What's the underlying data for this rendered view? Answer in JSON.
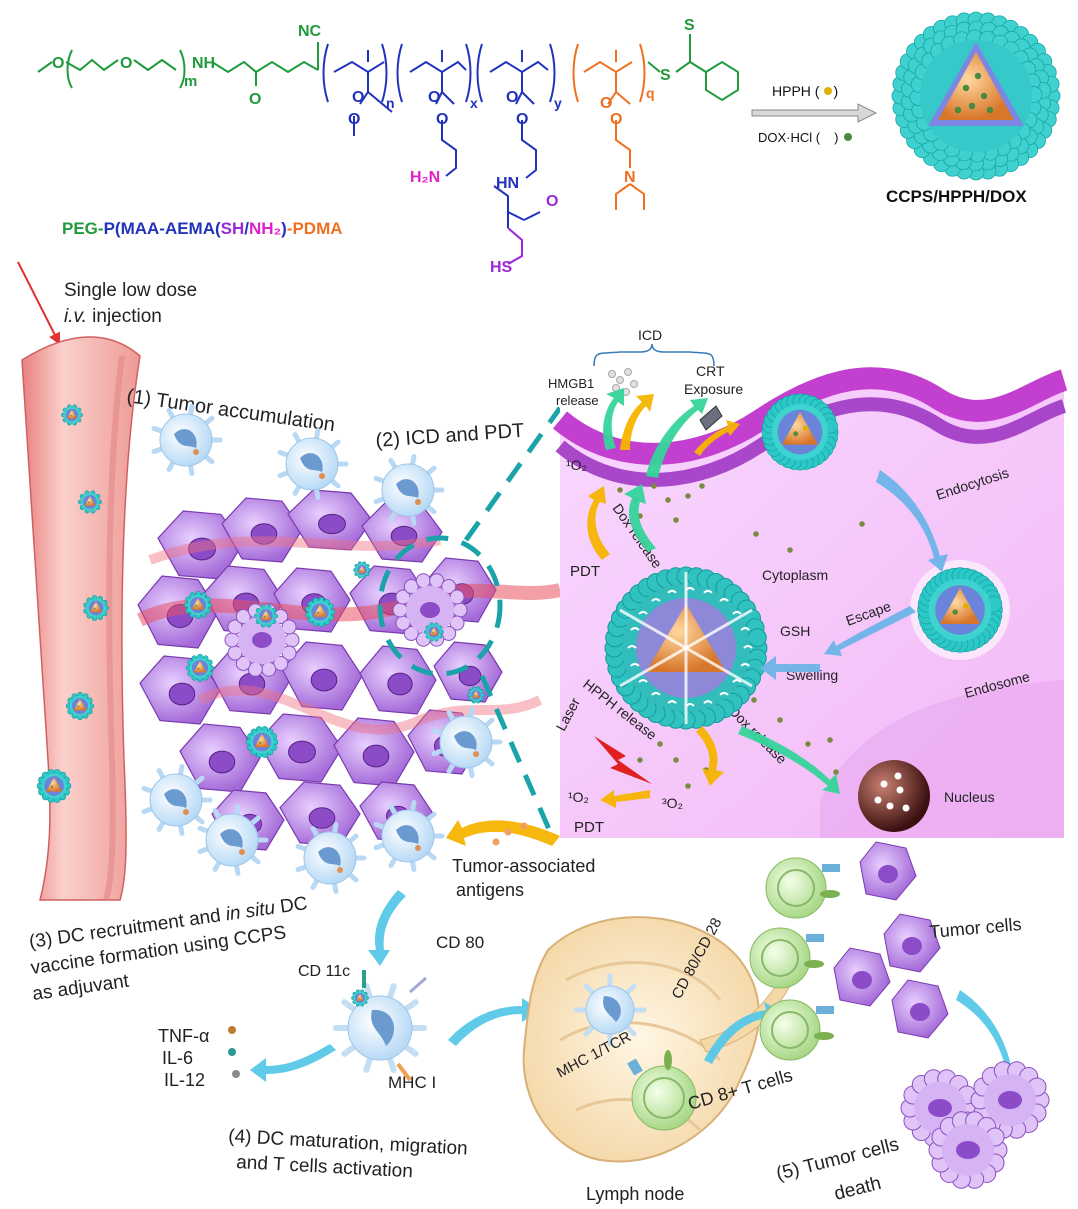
{
  "polymer": {
    "nc": "NC",
    "nh": "NH",
    "o": "O",
    "s": "S",
    "m": "m",
    "n": "n",
    "x": "x",
    "y": "y",
    "q": "q",
    "h2n": "H₂N",
    "hn": "HN",
    "n_amine": "N",
    "hs": "HS",
    "name_peg": "PEG-",
    "name_p": "P(MAA-AEMA(",
    "name_sh": "SH",
    "name_slash": "/",
    "name_nh2": "NH₂",
    "name_close": ")",
    "name_pdma": "-PDMA"
  },
  "loading": {
    "hpph": "HPPH (",
    "dox": "DOX·HCl (",
    "close": ")",
    "product": "CCPS/HPPH/DOX"
  },
  "steps": {
    "injection_1": "Single low dose",
    "injection_2_italic": "i.v.",
    "injection_2_rest": " injection",
    "step1": "(1) Tumor accumulation",
    "step2": "(2) ICD and PDT",
    "step3_line1_a": "(3) DC recruitment and ",
    "step3_line1_italic": "in situ",
    "step3_line1_b": " DC",
    "step3_line2": "vaccine formation using CCPS",
    "step3_line3": "as adjuvant",
    "step4_line1": "(4) DC maturation, migration",
    "step4_line2": "and T cells activation",
    "step5_line1": "(5) Tumor cells",
    "step5_line2": "death"
  },
  "inset": {
    "icd": "ICD",
    "hmgb1": "HMGB1",
    "release": "release",
    "crt": "CRT",
    "exposure": "Exposure",
    "singlet_o2_top": "¹O₂",
    "pdt_top": "PDT",
    "dox_release_top": "Dox release",
    "cytoplasm": "Cytoplasm",
    "endocytosis": "Endocytosis",
    "escape": "Escape",
    "gsh": "GSH",
    "swelling": "Swelling",
    "endosome": "Endosome",
    "hpph_release": "HPPH release",
    "laser": "Laser",
    "dox_release_bottom": "Dox release",
    "nucleus": "Nucleus",
    "singlet_o2_bottom": "¹O₂",
    "pdt_bottom": "PDT",
    "triplet_o2": "³O₂"
  },
  "immune": {
    "tumor_antigens_1": "Tumor-associated",
    "tumor_antigens_2": "antigens",
    "cd11c": "CD 11c",
    "cd80": "CD 80",
    "tnf": "TNF-α",
    "il6": "IL-6",
    "il12": "IL-12",
    "mhc1": "MHC I",
    "cd80_cd28": "CD 80/CD 28",
    "mhc_tcr": "MHC 1/TCR",
    "cd8": "CD 8+ T cells",
    "lymph_node": "Lymph node",
    "tumor_cells": "Tumor cells"
  },
  "colors": {
    "peg_green": "#1f9a3c",
    "backbone_blue": "#2233bb",
    "amine_magenta": "#e020c8",
    "thiol_purple": "#9a28d8",
    "pdma_orange": "#f07020",
    "shell_cyan": "#29c6c6",
    "core_orange": "#e08a30",
    "cell_purple": "#b37be0",
    "membrane_magenta": "#c23fd0",
    "vessel_pink": "#f2a0a0",
    "dc_blue": "#cfe6fb",
    "tcell_green": "#c8e6a8",
    "arrow_cyan": "#56c8e8",
    "arrow_yellow": "#f6b400",
    "arrow_mint": "#35d49a",
    "laser_red": "#e02020"
  }
}
